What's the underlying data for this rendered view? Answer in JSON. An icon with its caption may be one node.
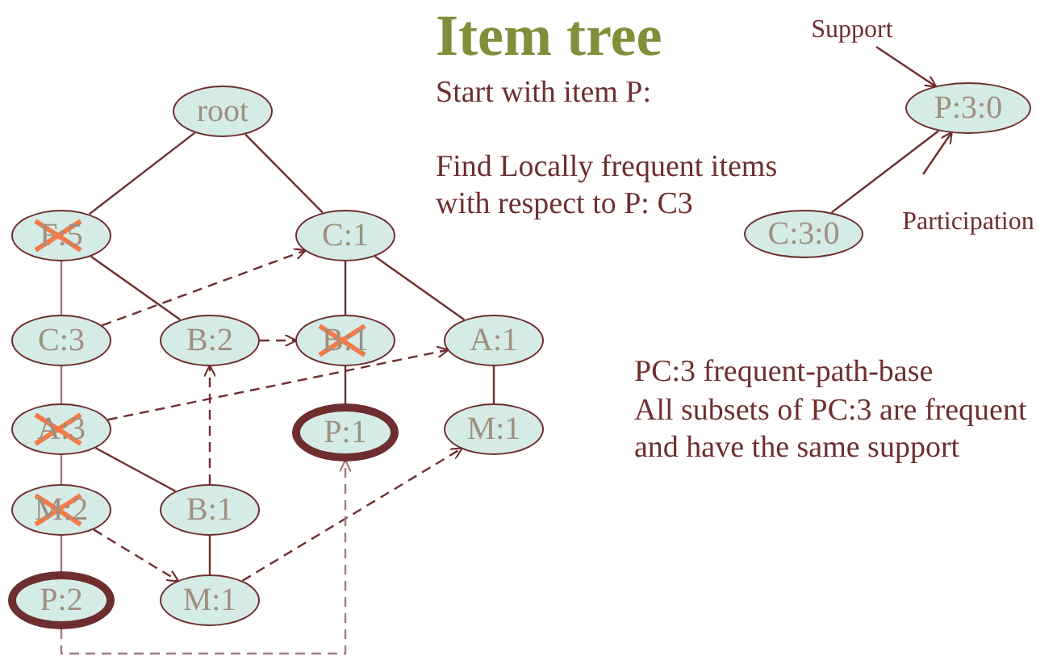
{
  "diagram": {
    "title": "Item tree",
    "nodes": [
      {
        "text": [
          "root"
        ]
      },
      {
        "text": [
          "F:5"
        ]
      },
      {
        "text": [
          "C:1"
        ]
      },
      {
        "text": [
          "C:3"
        ]
      },
      {
        "text": [
          "B:2"
        ]
      },
      {
        "text": [
          "B:1"
        ]
      },
      {
        "text": [
          "A:1"
        ]
      },
      {
        "text": [
          "A:3"
        ]
      },
      {
        "text": [
          "P:1"
        ]
      },
      {
        "text": [
          "M:1"
        ]
      },
      {
        "text": [
          "M:2"
        ]
      },
      {
        "text": [
          "B:1"
        ]
      },
      {
        "text": [
          "P:2"
        ]
      },
      {
        "text": [
          "M:1"
        ]
      },
      {
        "text": [
          "P:3:0"
        ]
      },
      {
        "text": [
          "C:3:0"
        ]
      },
      {
        "text": [
          "Support"
        ]
      },
      {
        "text": [
          "Participation"
        ]
      }
    ],
    "edges": [
      {
        "from": 0,
        "to": 1,
        "arrow": "none"
      },
      {
        "from": 0,
        "to": 2,
        "arrow": "none"
      },
      {
        "from": 1,
        "to": 3,
        "arrow": "none",
        "color": "#a07a7a"
      },
      {
        "from": 1,
        "to": 4,
        "arrow": "none"
      },
      {
        "from": 2,
        "to": 5,
        "arrow": "none"
      },
      {
        "from": 2,
        "to": 6,
        "arrow": "none"
      },
      {
        "from": 3,
        "to": 7,
        "arrow": "none",
        "color": "#a07a7a"
      },
      {
        "from": 7,
        "to": 11,
        "arrow": "none"
      },
      {
        "from": 7,
        "to": 10,
        "arrow": "none",
        "color": "#a07a7a"
      },
      {
        "from": 10,
        "to": 12,
        "arrow": "none",
        "color": "#a07a7a"
      },
      {
        "from": 5,
        "to": 8,
        "arrow": "none"
      },
      {
        "from": 6,
        "to": 9,
        "arrow": "none"
      },
      {
        "from": 11,
        "to": 13,
        "arrow": "none"
      },
      {
        "from": 3,
        "to": 2,
        "arrow": "to",
        "style": "dashed"
      },
      {
        "from": 4,
        "to": 5,
        "arrow": "to",
        "style": "dashed"
      },
      {
        "from": 7,
        "to": 6,
        "arrow": "to",
        "style": "dashed"
      },
      {
        "from": 11,
        "to": 4,
        "arrow": "to",
        "style": "dashed"
      },
      {
        "from": 10,
        "to": 13,
        "arrow": "to",
        "style": "dashed"
      },
      {
        "from": 13,
        "to": 9,
        "arrow": "to",
        "style": "dashed"
      },
      {
        "from": 12,
        "to": 8,
        "arrow": "to",
        "style": "dashed",
        "color": "#a07a7a"
      },
      {
        "from": 15,
        "to": 14,
        "arrow": "none"
      },
      {
        "from": 16,
        "to": 14,
        "arrow": "to"
      },
      {
        "from": 17,
        "to": 14,
        "arrow": "to"
      }
    ],
    "labels": [
      "Start with item P:",
      "Find Locally frequent items with respect to P: C3",
      "PC:3 frequent-path-base",
      "All subsets of PC:3 are frequent and have the same support"
    ]
  }
}
